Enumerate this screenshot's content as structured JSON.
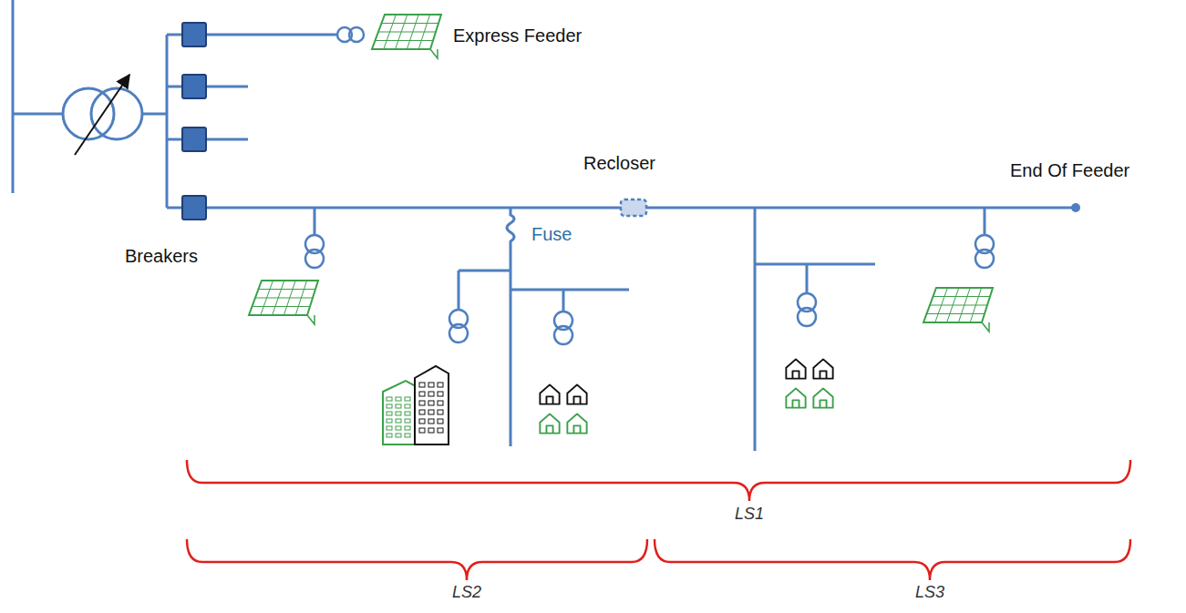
{
  "diagram": {
    "labels": [
      "Express Feeder",
      "Recloser",
      "End Of Feeder",
      "Fuse",
      "Breakers",
      "LS1",
      "LS2",
      "LS3"
    ]
  }
}
